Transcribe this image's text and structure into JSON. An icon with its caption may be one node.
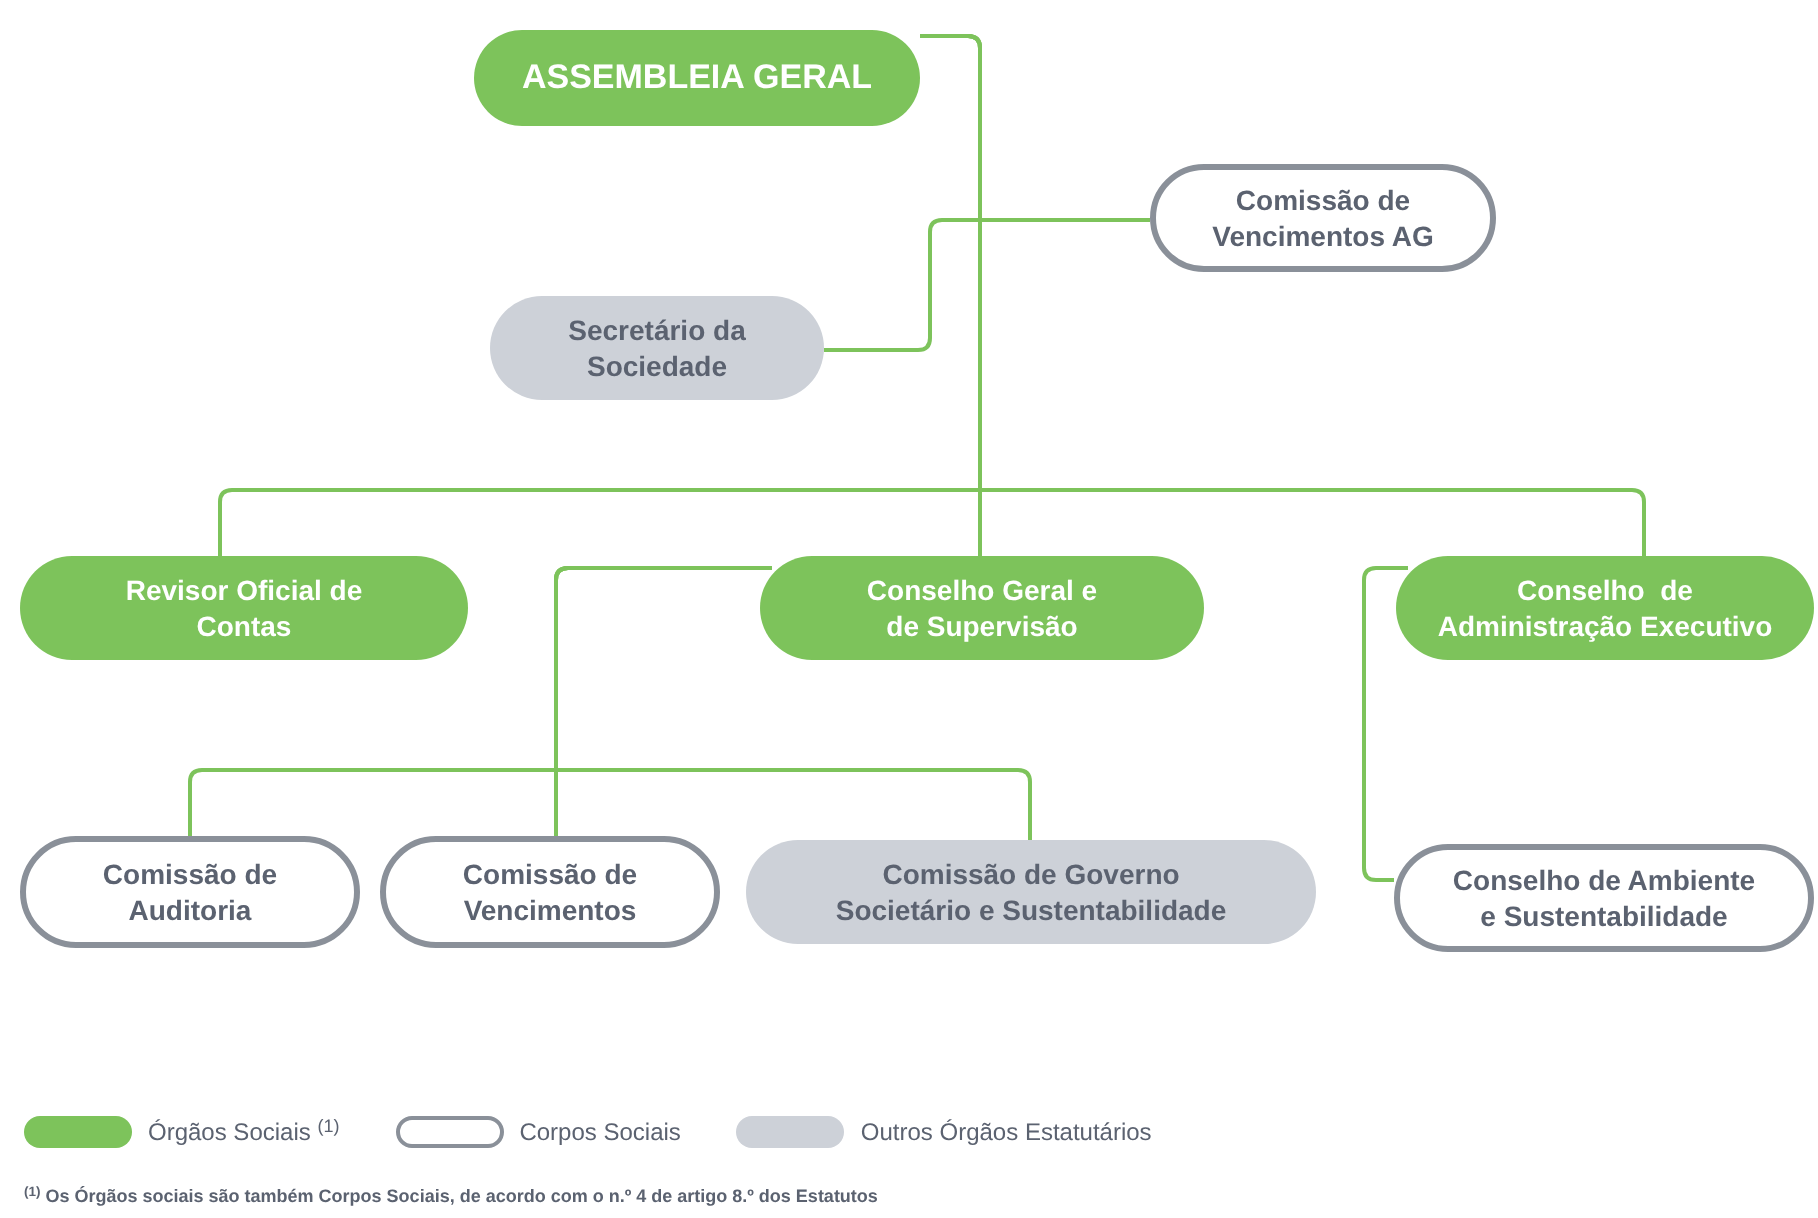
{
  "diagram": {
    "nodes": [
      {
        "text": [
          "ASSEMBLEIA GERAL"
        ]
      },
      {
        "text": [
          "Comissão de Vencimentos AG"
        ]
      },
      {
        "text": [
          "Secretário da Sociedade"
        ]
      },
      {
        "text": [
          "Revisor Oficial de Contas"
        ]
      },
      {
        "text": [
          "Conselho Geral e de Supervisão"
        ]
      },
      {
        "text": [
          "Conselho  de Administração Executivo"
        ]
      },
      {
        "text": [
          "Comissão de Auditoria"
        ]
      },
      {
        "text": [
          "Comissão de Vencimentos"
        ]
      },
      {
        "text": [
          "Comissão de Governo Societário e Sustentabilidade"
        ]
      },
      {
        "text": [
          "Conselho de Ambiente e Sustentabilidade"
        ]
      }
    ],
    "edges": [
      {
        "from": 0,
        "to": 3,
        "arrow": "none"
      },
      {
        "from": 0,
        "to": 4,
        "arrow": "none"
      },
      {
        "from": 0,
        "to": 5,
        "arrow": "none"
      },
      {
        "from": 1,
        "to": 2,
        "arrow": "none"
      },
      {
        "from": 4,
        "to": 6,
        "arrow": "none"
      },
      {
        "from": 4,
        "to": 7,
        "arrow": "none"
      },
      {
        "from": 4,
        "to": 8,
        "arrow": "none"
      },
      {
        "from": 5,
        "to": 9,
        "arrow": "none"
      }
    ],
    "labels": [
      "$^{(1)}$ Os Órgãos sociais são também Corpos Sociais, de acordo com o n.º 4 de artigo 8.º dos Estatutos"
    ],
    "legend": [
      {
        "text": "Órgãos Sociais $^{(1)}$",
        "color": "#7dc35b"
      },
      {
        "text": "Corpos Sociais"
      },
      {
        "text": "Outros Órgãos Estatutários",
        "color": "#cdd1d8"
      }
    ]
  }
}
